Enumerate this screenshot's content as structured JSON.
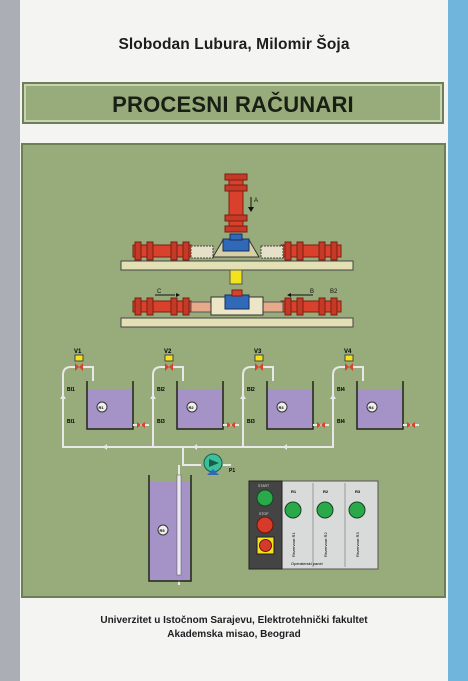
{
  "cover": {
    "authors": "Slobodan Lubura,  Milomir Šoja",
    "title": "PROCESNI RAČUNARI",
    "footer_line1": "Univerzitet u Istočnom Sarajevu, Elektrotehnički fakultet",
    "footer_line2": "Akademska misao, Beograd"
  },
  "diagram": {
    "arrow_labels": {
      "a": "A",
      "b": "B",
      "b2": "B2",
      "c": "C"
    },
    "valves": [
      "V1",
      "V2",
      "V3",
      "V4"
    ],
    "tanks": [
      "R1",
      "R2",
      "R3",
      "R4"
    ],
    "tank_r5": "R5",
    "pump": "P1",
    "sensors": {
      "t1_top": "BI1",
      "t1_bot": "BI1",
      "t2_top": "BI2",
      "t2_bot": "BI3",
      "t3_top": "BI2",
      "t3_bot": "BI3",
      "t4_top": "BI4",
      "t4_bot": "BI4"
    },
    "panel_small_labels": [
      "START",
      "STOP"
    ],
    "panel_buttons": [
      "R1",
      "R2",
      "R3"
    ],
    "panel_vertical_texts": [
      "Rezervoar R1",
      "Rezervoar R2",
      "Rezervoar R3"
    ],
    "panel_caption": "Operaterski panel"
  },
  "colors": {
    "left_band": "#acaeb6",
    "right_band": "#6fb5dc",
    "green_panel": "#98ab7a",
    "pipe_red": "#d9412c",
    "tank_fill": "#a592c6",
    "button_green": "#2aa84a",
    "button_red": "#d63a2a"
  }
}
